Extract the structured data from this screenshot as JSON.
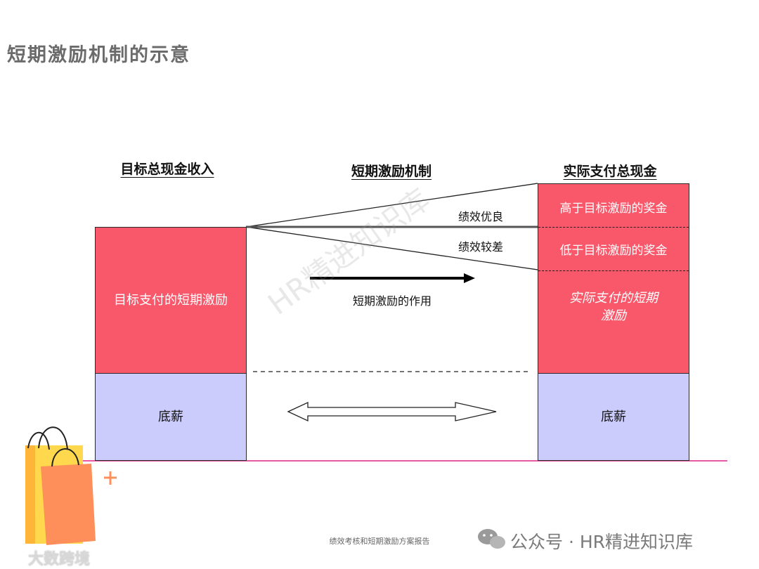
{
  "page_title": "短期激励机制的示意",
  "columns": {
    "left_title": "目标总现金收入",
    "middle_title": "短期激励机制",
    "right_title": "实际支付总现金"
  },
  "left_stack": {
    "incentive_label": "目标支付的短期激励",
    "base_label": "底薪"
  },
  "right_stack": {
    "above_target_label": "高于目标激励的奖金",
    "below_target_label": "低于目标激励的奖金",
    "actual_incentive_label": "实际支付的短期\n激励",
    "base_label": "底薪"
  },
  "middle": {
    "good_performance": "绩效优良",
    "poor_performance": "绩效较差",
    "arrow_caption": "短期激励的作用"
  },
  "footer": {
    "report_name": "绩效考核和短期激励方案报告",
    "wechat_account": "公众号 · HR精进知识库"
  },
  "watermark": "HR精进知识库",
  "brand": "大数跨境",
  "colors": {
    "incentive_red": "#f9576a",
    "base_blue": "#ccccfc",
    "baseline_pink": "#e85aa8",
    "title_gray": "#6b6b6b"
  }
}
